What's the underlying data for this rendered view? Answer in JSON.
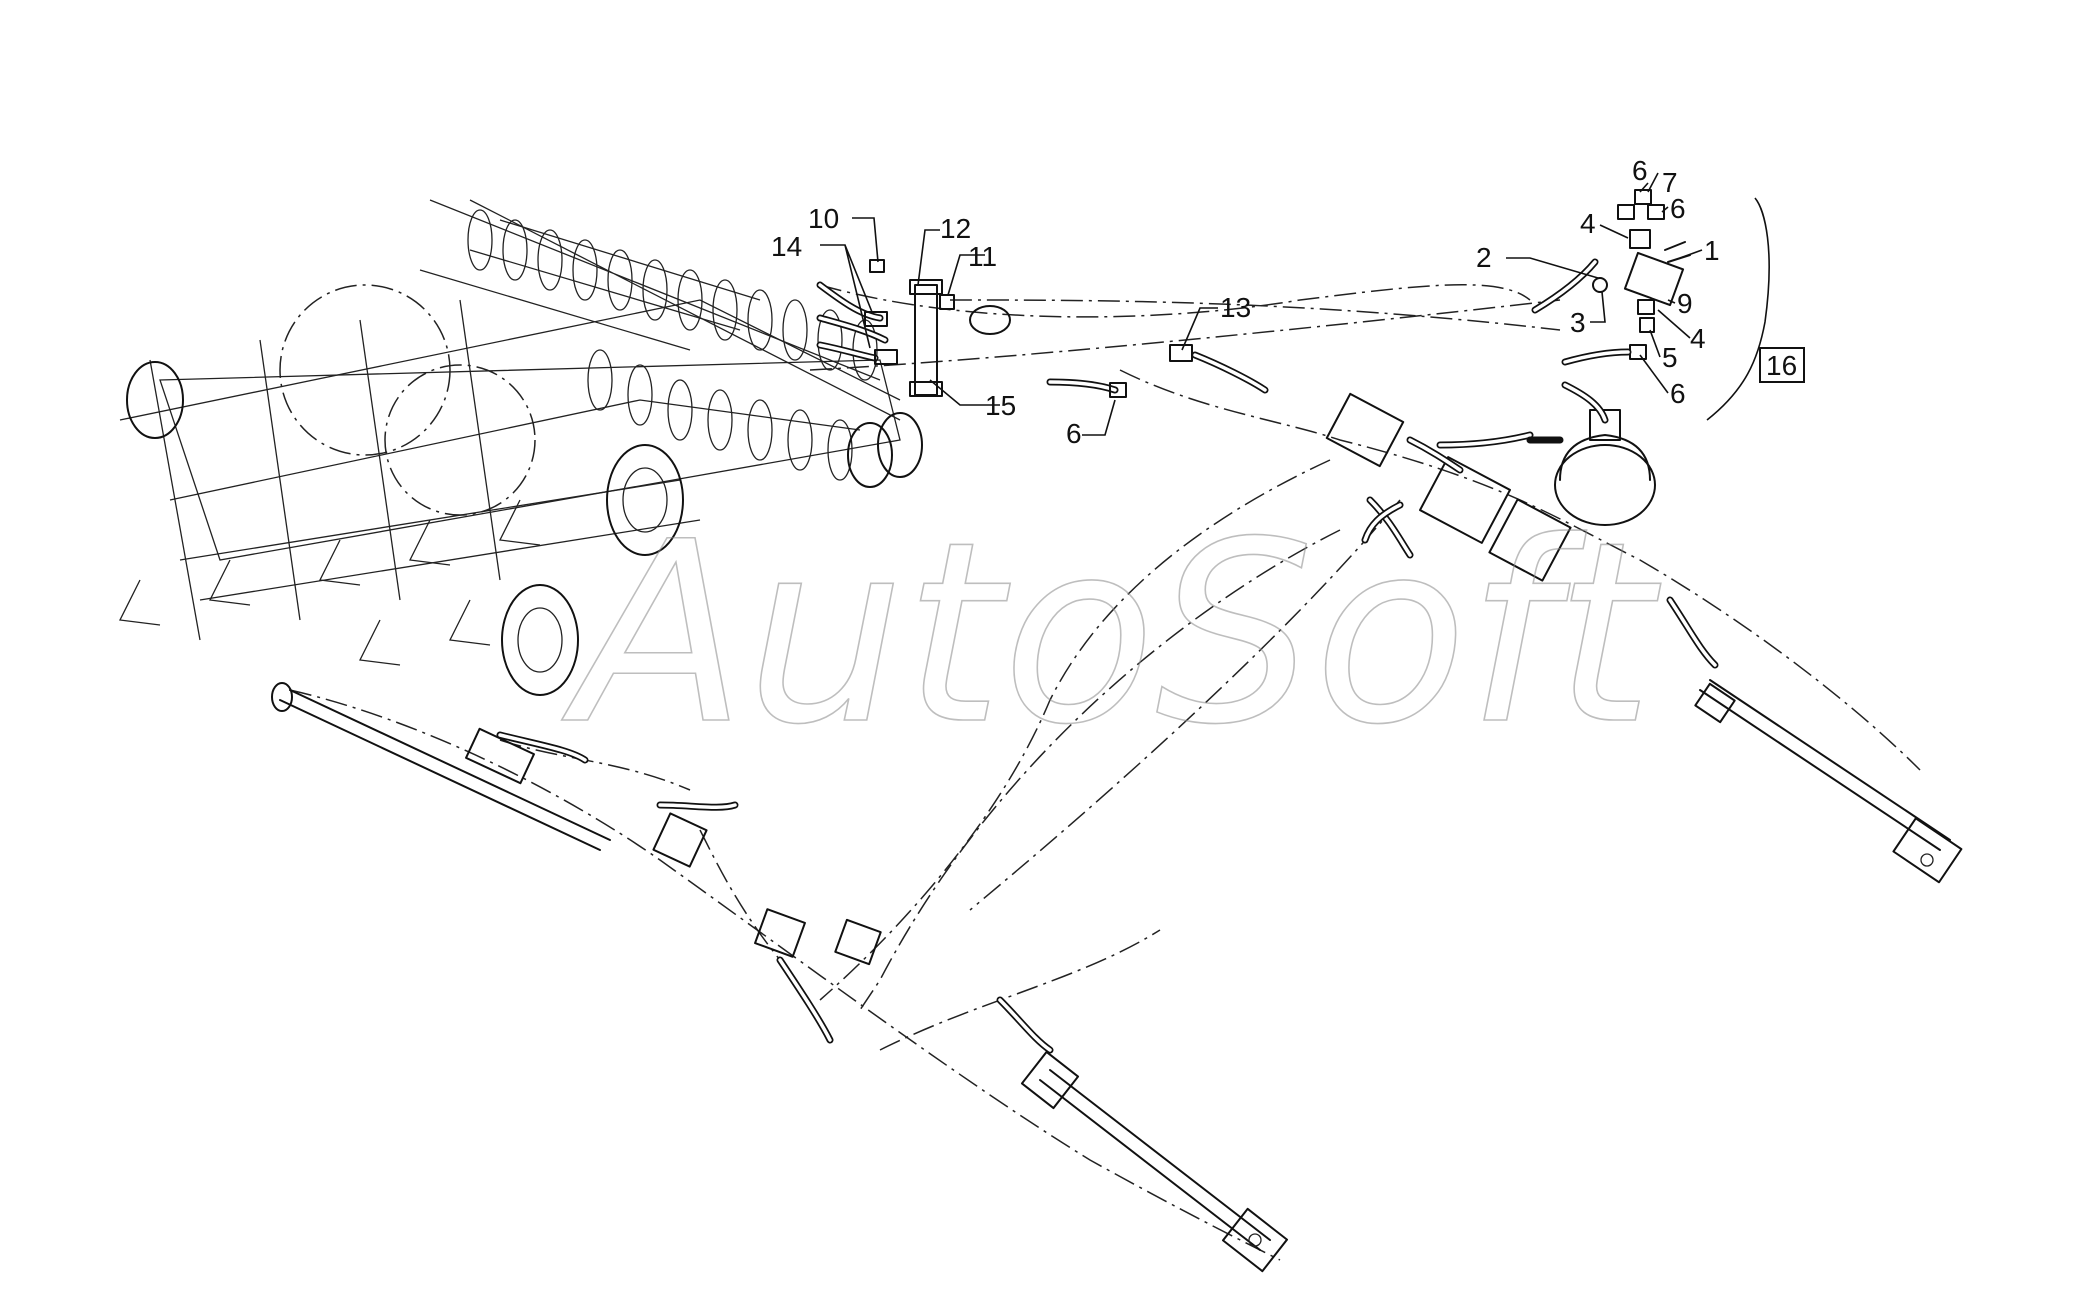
{
  "watermark": "AutoSoft",
  "callouts": {
    "c1": "1",
    "c2": "2",
    "c3": "3",
    "c4a": "4",
    "c4b": "4",
    "c5": "5",
    "c6a": "6",
    "c6b": "6",
    "c6c": "6",
    "c6d": "6",
    "c7": "7",
    "c9": "9",
    "c10": "10",
    "c11": "11",
    "c12": "12",
    "c13": "13",
    "c14": "14",
    "c15": "15",
    "c16": "16"
  }
}
